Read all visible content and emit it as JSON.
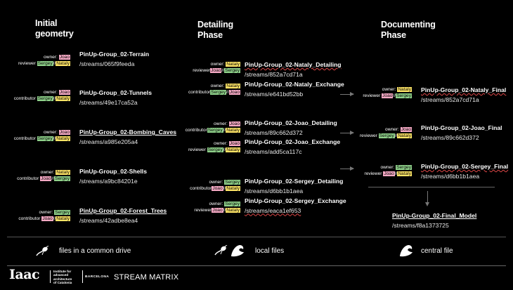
{
  "headings": {
    "col1": [
      "Initial",
      "geometry"
    ],
    "col2": [
      "Detailing",
      "Phase"
    ],
    "col3": [
      "Documenting",
      "Phase"
    ]
  },
  "roles": {
    "owner": "owner:",
    "reviewer": "reviewer",
    "contributor": "contributor",
    "sep": "//"
  },
  "people": {
    "joao": "Joao",
    "sergey": "Sergey",
    "nataly": "Nataly"
  },
  "col1": [
    {
      "name": "PinUp-Group_02-Terrain",
      "stream": "/streams/065f9feeda"
    },
    {
      "name": "PinUp-Group_02-Tunnels",
      "stream": "/streams/49e17ca52a"
    },
    {
      "name": "PinUp-Group_02-Bombing_Caves",
      "stream": "/streams/a985e205a4"
    },
    {
      "name": "PinUp-Group_02-Shells",
      "stream": "/streams/a9bc84201e"
    },
    {
      "name": "PinUp-Group_02-Forest_Trees",
      "stream": "/streams/42adbe8ea4"
    }
  ],
  "col2": [
    {
      "name": "PinUp-Group_02-Nataly_Detailing",
      "stream": "/streams/852a7cd71a"
    },
    {
      "name": "PinUp-Group_02-Nataly_Exchange",
      "stream": "/streams/e641bd52bb"
    },
    {
      "name": "PinUp-Group_02-Joao_Detailing",
      "stream": "/streams/89c662d372"
    },
    {
      "name": "PinUp-Group_02-Joao_Exchange",
      "stream": "/streams/add5ca117c"
    },
    {
      "name": "PinUp-Group_02-Sergey_Detailing",
      "stream": "/streams/d6bb1b1aea"
    },
    {
      "name": "PinUp-Group_02-Sergey_Exchange",
      "stream": "/streams/eaca1ef653"
    }
  ],
  "col3": [
    {
      "name": "PinUp-Group_02-Nataly_Final",
      "stream": "/streams/852a7cd71a"
    },
    {
      "name": "PinUp-Group_02-Joao_Final",
      "stream": "/streams/89c662d372"
    },
    {
      "name": "PinUp-Group_02-Sergey_Final",
      "stream": "/streams/d6bb1b1aea"
    }
  ],
  "final": {
    "name": "PinUp-Group_02-Final_Model",
    "stream": "/streams/f8a1373725"
  },
  "legend": {
    "common": "files in a common drive",
    "local": "local files",
    "central": "central file"
  },
  "footer": {
    "logo": "Iaac",
    "institute": [
      "Institute for",
      "advanced",
      "architecture",
      "of Catalonia"
    ],
    "city": "BARCELONA",
    "title": "STREAM MATRIX"
  },
  "colors": {
    "joao": "#f5a9c4",
    "nataly": "#ffe566",
    "sergey": "#8fd18a",
    "background": "#000000"
  },
  "icons": [
    "tadpole-icon",
    "wave-icon"
  ]
}
